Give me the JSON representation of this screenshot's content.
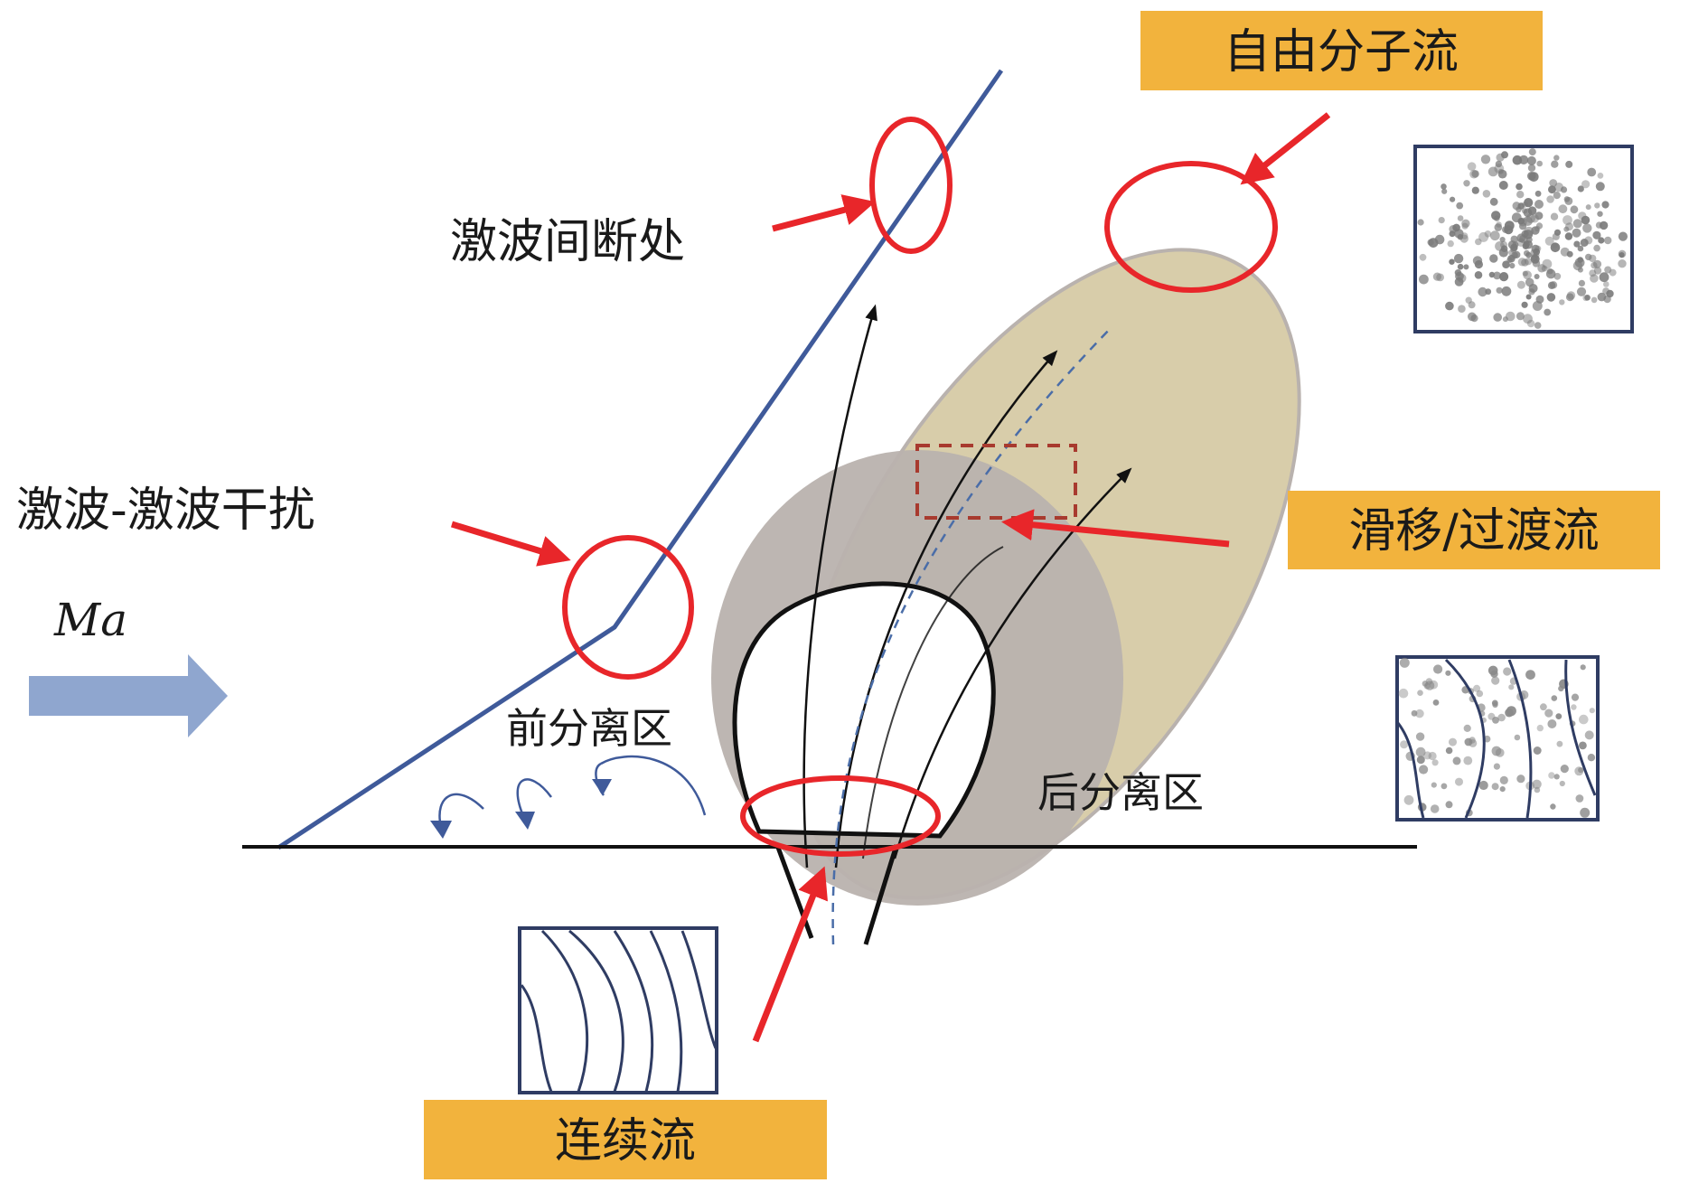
{
  "labels": {
    "free_molecular_flow": "自由分子流",
    "shock_discontinuity": "激波间断处",
    "shock_shock_interference": "激波-激波干扰",
    "slip_transition_flow": "滑移/过渡流",
    "mach": "Ma",
    "front_separation": "前分离区",
    "rear_separation": "后分离区",
    "continuum_flow": "连续流"
  },
  "colors": {
    "tag_background": "#F2B33D",
    "highlight_red": "#E8262A",
    "shock_line": "#3F5A9A",
    "outer_plume": "#D8CDAA",
    "inner_plume": "#B9B2AE",
    "mach_arrow": "#8FA6CF",
    "ink": "#1A1A1A"
  }
}
